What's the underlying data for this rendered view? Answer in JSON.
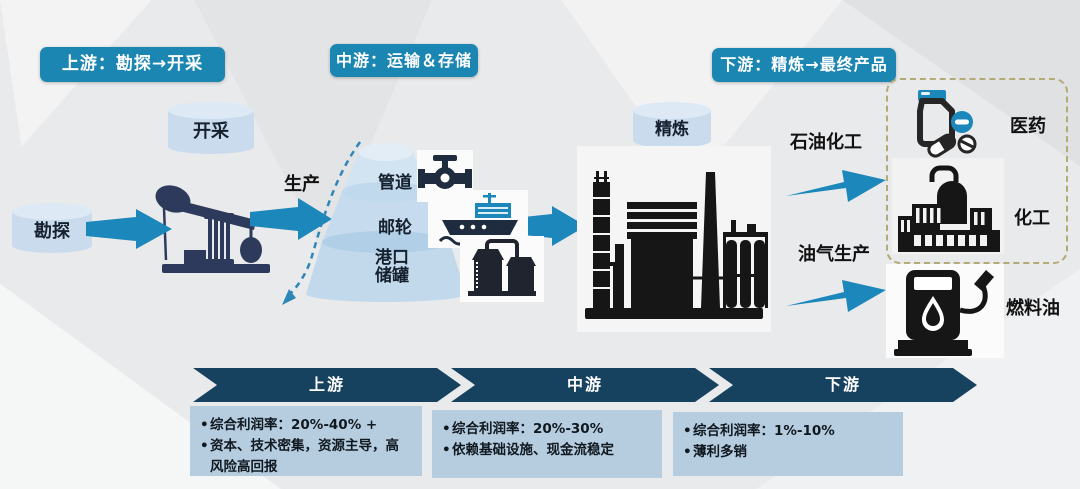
{
  "headers": {
    "upstream": "上游：勘探→开采",
    "midstream": "中游：运输＆存储",
    "downstream": "下游：精炼→最终产品"
  },
  "flow": {
    "explore": "勘探",
    "extract": "开采",
    "produce": "生产",
    "refine": "精炼",
    "funnel": {
      "pipeline": "管道",
      "tanker": "邮轮",
      "port_line1": "港口",
      "port_line2": "储罐"
    },
    "petrochemical": "石油化工",
    "oil_gas_production": "油气生产",
    "products": {
      "pharma": "医药",
      "chemical": "化工",
      "fuel_oil": "燃料油"
    }
  },
  "bottom": {
    "segments": [
      {
        "label": "上游",
        "bullets": [
          "综合利润率：20%-40% +",
          "资本、技术密集，资源主导，高风险高回报"
        ]
      },
      {
        "label": "中游",
        "bullets": [
          "综合利润率：20%-30%",
          "依赖基础设施、现金流稳定"
        ]
      },
      {
        "label": "下游",
        "bullets": [
          "综合利润率：1%-10%",
          "薄利多销"
        ]
      }
    ]
  },
  "colors": {
    "accent_teal": "#1c86b2",
    "arrow_teal": "#1b87ba",
    "banner_navy": "#17425f",
    "panel_light_blue": "#b6cde0",
    "cylinder_blue": "#c9dbec",
    "pump_navy": "#2e3a5c",
    "icon_dark": "#161616",
    "dashed_box_border": "#b3aa76",
    "background": "#e9eaec"
  }
}
